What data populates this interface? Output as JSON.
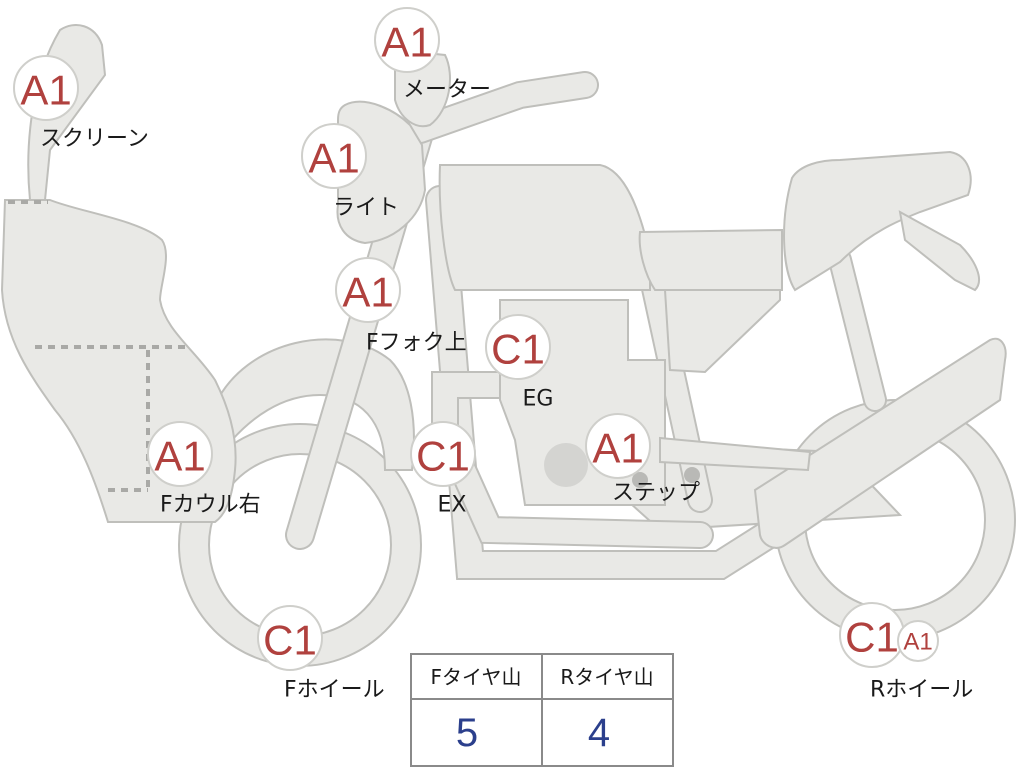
{
  "parts": [
    {
      "id": "screen",
      "grade": "A1",
      "label": "スクリーン"
    },
    {
      "id": "meter",
      "grade": "A1",
      "label": "メーター"
    },
    {
      "id": "light",
      "grade": "A1",
      "label": "ライト"
    },
    {
      "id": "fork",
      "grade": "A1",
      "label": "Fフォク上"
    },
    {
      "id": "engine",
      "grade": "C1",
      "label": "EG"
    },
    {
      "id": "cowl",
      "grade": "A1",
      "label": "Fカウル右"
    },
    {
      "id": "exhaust",
      "grade": "C1",
      "label": "EX"
    },
    {
      "id": "step",
      "grade": "A1",
      "label": "ステップ"
    },
    {
      "id": "fwheel",
      "grade": "C1",
      "label": "Fホイール"
    },
    {
      "id": "rwheel",
      "grade": "C1",
      "label": "Rホイール"
    },
    {
      "id": "rwheel2",
      "grade": "A1",
      "label": ""
    }
  ],
  "tire_table": {
    "headers": [
      "Fタイヤ山",
      "Rタイヤ山"
    ],
    "values": [
      "5",
      "4"
    ]
  },
  "colors": {
    "part_fill": "#e9e9e6",
    "part_stroke": "#bfbfbb",
    "grade_text": "#b0413e",
    "table_value": "#2b3f8c"
  }
}
